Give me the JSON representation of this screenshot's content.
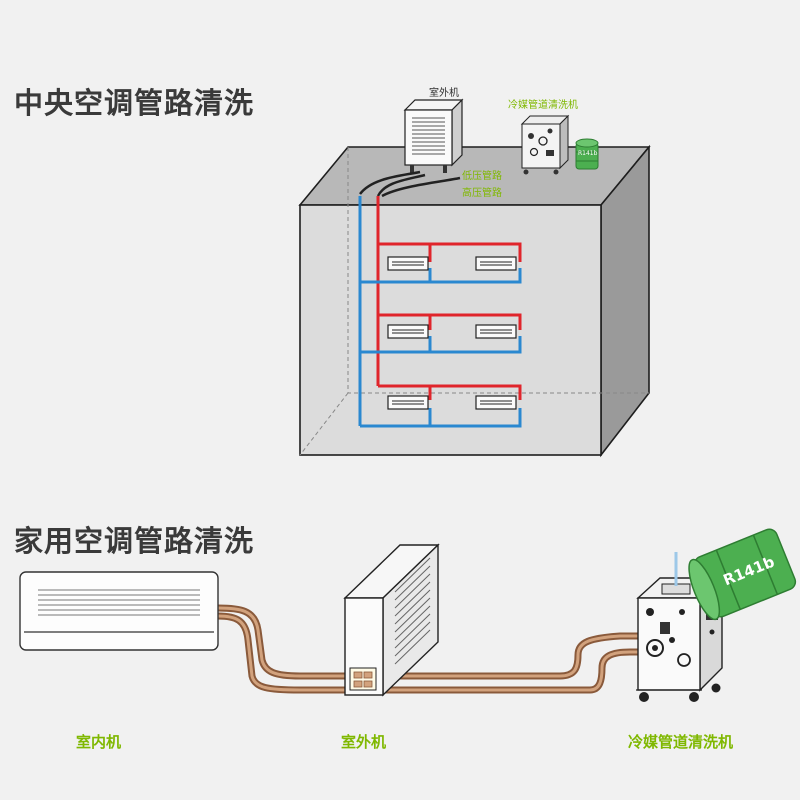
{
  "central": {
    "title": "中央空调管路清洗",
    "outdoor_unit_label": "室外机",
    "cleaner_label": "冷媒管道清洗机",
    "low_pressure_label": "低压管路",
    "high_pressure_label": "高压管路",
    "drum_label": "R141b"
  },
  "home": {
    "title": "家用空调管路清洗",
    "indoor_caption": "室内机",
    "outdoor_caption": "室外机",
    "cleaner_caption": "冷媒管道清洗机",
    "drum_label": "R141b"
  },
  "colors": {
    "high_pressure_pipe": "#e0252b",
    "low_pressure_pipe": "#2a88d0",
    "copper_pipe": "#8a5a3b",
    "accent_green": "#7fb800",
    "drum_green": "#4caf50"
  }
}
